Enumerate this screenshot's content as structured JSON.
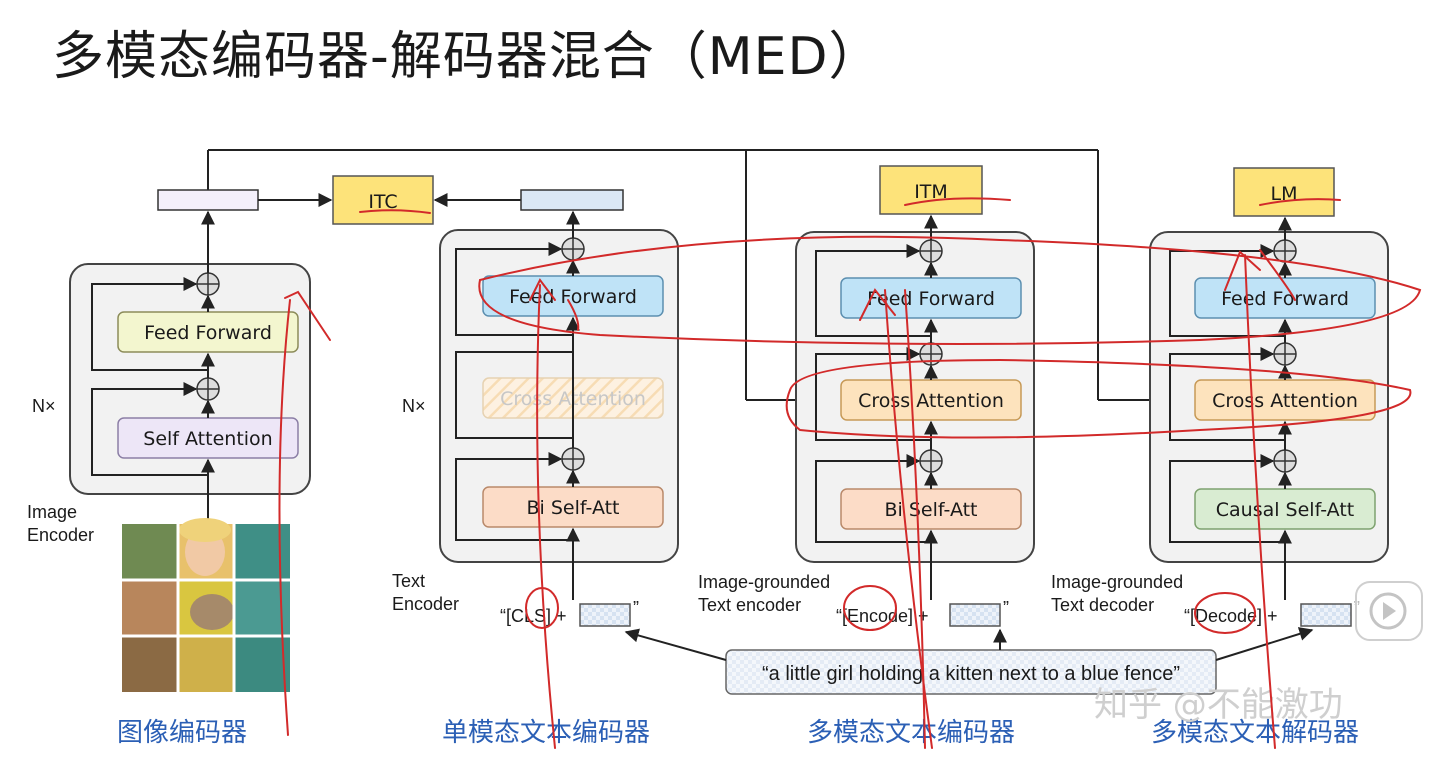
{
  "title": "多模态编码器-解码器混合（MED）",
  "nx_label": "N×",
  "image_encoder": {
    "label_line1": "Image",
    "label_line2": "Encoder",
    "feed_forward": "Feed Forward",
    "self_attention": "Self Attention",
    "caption": "图像编码器"
  },
  "text_encoder": {
    "label_line1": "Text",
    "label_line2": "Encoder",
    "feed_forward": "Feed Forward",
    "cross_attention": "Cross Attention",
    "self_att": "Bi Self-Att",
    "token": "“[CLS] +",
    "quote_close": "”",
    "caption": "单模态文本编码器"
  },
  "grounded_encoder": {
    "label_line1": "Image-grounded",
    "label_line2": "Text encoder",
    "feed_forward": "Feed Forward",
    "cross_attention": "Cross Attention",
    "self_att": "Bi Self-Att",
    "token": "“[Encode] +",
    "quote_close": "”",
    "caption": "多模态文本编码器"
  },
  "grounded_decoder": {
    "label_line1": "Image-grounded",
    "label_line2": "Text decoder",
    "feed_forward": "Feed Forward",
    "cross_attention": "Cross Attention",
    "self_att": "Causal Self-Att",
    "token": "“[Decode] +",
    "quote_close": "”",
    "caption": "多模态文本解码器"
  },
  "heads": {
    "itc": "ITC",
    "itm": "ITM",
    "lm": "LM"
  },
  "caption_text": "“a little girl holding a kitten next to a blue fence”",
  "watermark": "知乎 @不能激功",
  "colors": {
    "feed_forward_img": "#f3f6cf",
    "self_attention_img": "#ede6f7",
    "feed_forward_txt": "#bfe3f7",
    "cross_attention": "#fde3bd",
    "bi_self_att": "#fcdcc7",
    "causal_self_att": "#d9ecd2",
    "head_yellow": "#fde37a",
    "caption_blue": "#2b5fb5",
    "annotation_red": "#d22a2a"
  }
}
